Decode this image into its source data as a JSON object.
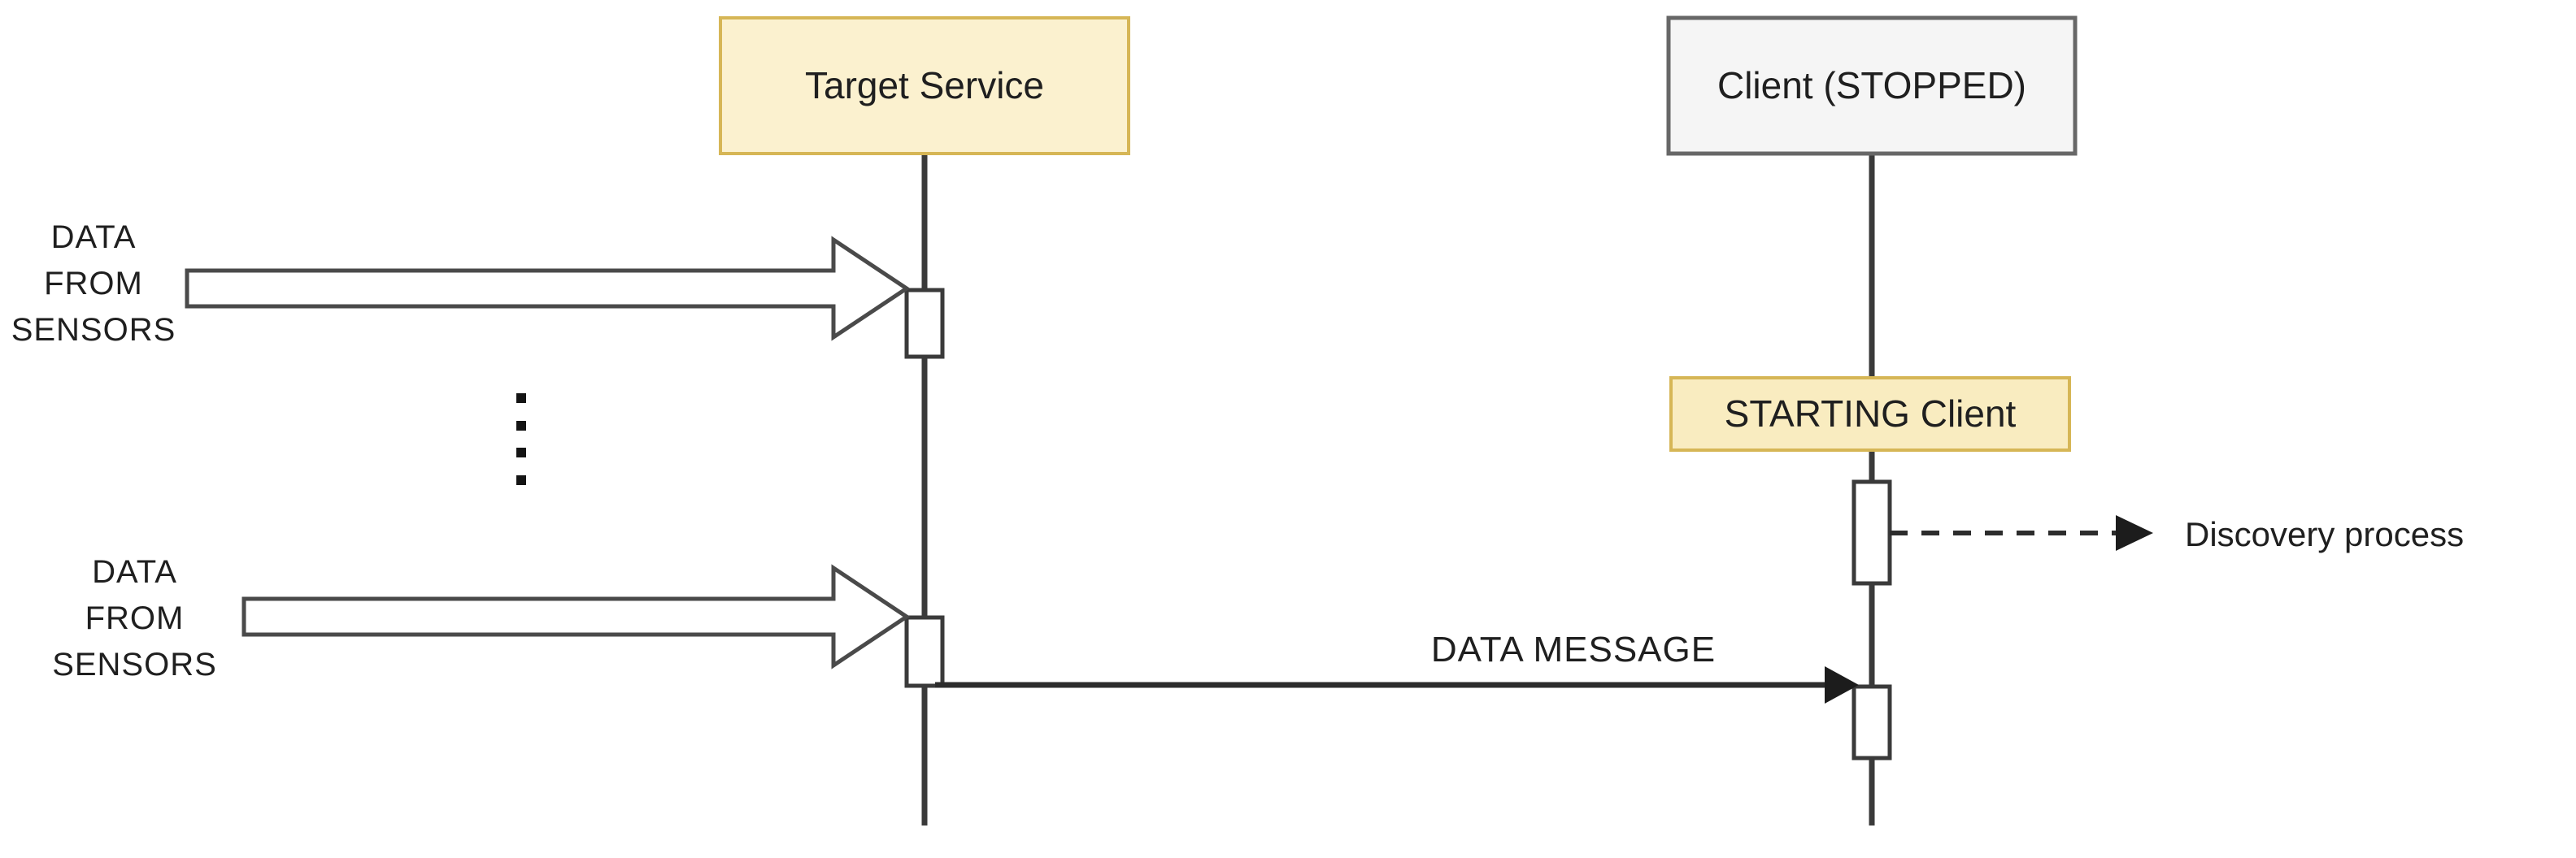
{
  "diagram_type": "sequence-diagram",
  "colors": {
    "canvas-bg": "#ffffff",
    "line": "#3a3a3a",
    "text": "#1f1f1f",
    "target-fill": "#fbf1cf",
    "target-border": "#d6b656",
    "state-fill": "#f9ecc0",
    "state-border": "#d6b656",
    "client-fill": "#f5f5f5",
    "client-border": "#676767"
  },
  "actors": {
    "target": {
      "label": "Target Service"
    },
    "client": {
      "label": "Client (STOPPED)"
    }
  },
  "state_box": {
    "label": "STARTING Client"
  },
  "sensor_inputs": [
    {
      "lines": [
        "DATA",
        "FROM",
        "SENSORS"
      ]
    },
    {
      "lines": [
        "DATA",
        "FROM",
        "SENSORS"
      ]
    }
  ],
  "messages": {
    "data_message": {
      "label": "DATA MESSAGE",
      "style": "solid",
      "from": "Target Service",
      "to": "Client"
    },
    "discovery": {
      "label": "Discovery process",
      "style": "dashed",
      "from": "Client"
    }
  },
  "ellipsis_dot_count": 4
}
